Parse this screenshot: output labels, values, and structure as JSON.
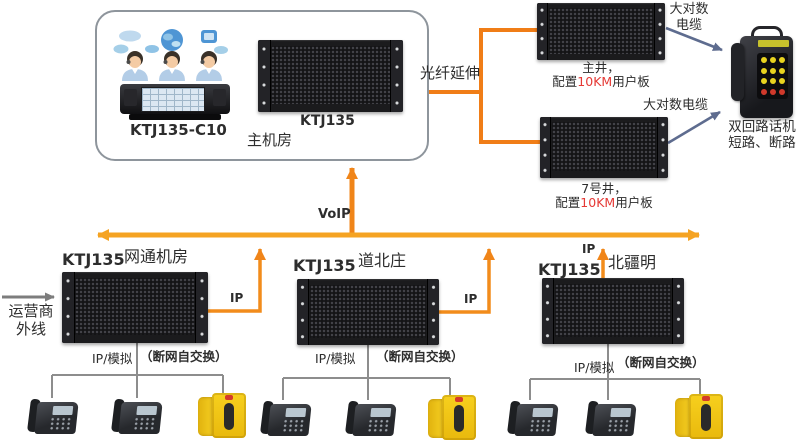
{
  "main_room": {
    "console_label": "KTJ135-C10",
    "rack_label": "KTJ135",
    "room_label": "主机房"
  },
  "fiber_label": "光纤延伸",
  "voip_label": "VoIP",
  "ip_label": "IP",
  "shafts": [
    {
      "name": "主井，",
      "cfg_prefix": "配置",
      "cfg_km": "10KM",
      "cfg_suffix": "用户板"
    },
    {
      "name": "7号井，",
      "cfg_prefix": "配置",
      "cfg_km": "10KM",
      "cfg_suffix": "用户板"
    }
  ],
  "trunk_cable": {
    "top_line1": "大对数",
    "top_line2": "电缆",
    "bottom_label": "大对数电缆"
  },
  "mine_phone": {
    "label_line1": "双回路话机",
    "label_line2": "短路、断路"
  },
  "carrier": {
    "line1": "运营商",
    "line2": "外线"
  },
  "sites": [
    {
      "model": "KTJ135",
      "name": "网通机房",
      "drop_label": "IP/模拟",
      "note": "（断网自交换）"
    },
    {
      "model": "KTJ135",
      "name": "道北庄",
      "drop_label": "IP/模拟",
      "note": "（断网自交换）"
    },
    {
      "model": "KTJ135",
      "name": "北疆明",
      "drop_label": "IP/模拟",
      "note": "（断网自交换）"
    }
  ],
  "colors": {
    "orange_line": "#F07D17",
    "bus_line": "#F5A322",
    "highlight_red": "#E53935",
    "trunk_arrow_blue": "#5E6C8F",
    "tree_gray": "#8D8D8D"
  }
}
